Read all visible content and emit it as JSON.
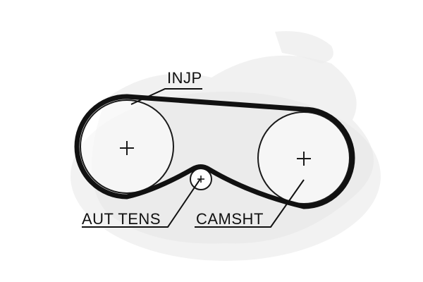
{
  "labels": {
    "injection_pump": "INJP",
    "auto_tensioner": "AUT TENS",
    "camshaft": "CAMSHT"
  },
  "colors": {
    "belt": "#111111",
    "pulley_stroke": "#1a1a1a",
    "background_shape": "#e4e4e4",
    "leader_line": "#111111",
    "text": "#111111"
  },
  "icons": {
    "pulley_center": "plus-icon"
  }
}
